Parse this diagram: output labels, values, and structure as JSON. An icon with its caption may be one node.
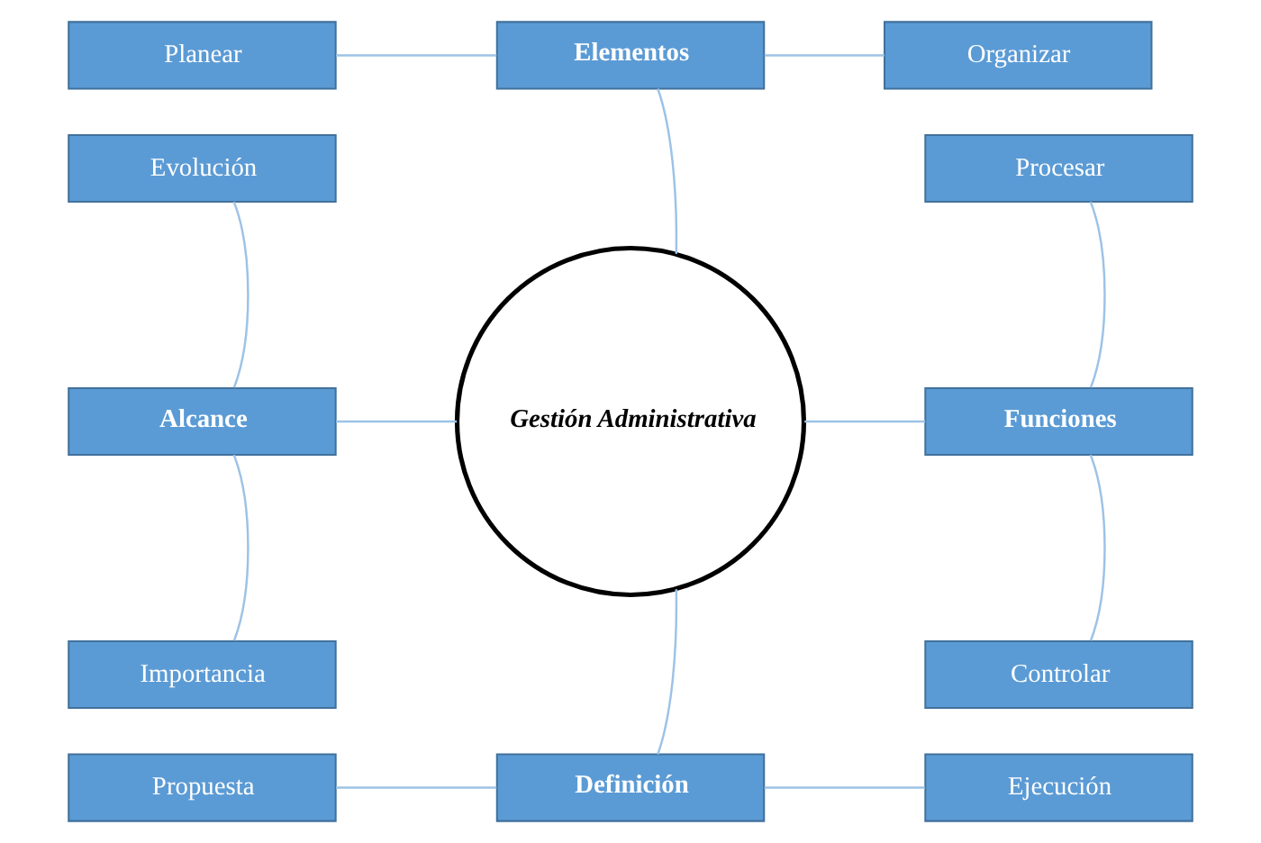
{
  "diagram": {
    "nodes": [
      {
        "text": [
          "Gestión Administrativa"
        ]
      },
      {
        "text": [
          "Elementos"
        ]
      },
      {
        "text": [
          "Planear"
        ]
      },
      {
        "text": [
          "Organizar"
        ]
      },
      {
        "text": [
          "Alcance"
        ]
      },
      {
        "text": [
          "Evolución"
        ]
      },
      {
        "text": [
          "Importancia"
        ]
      },
      {
        "text": [
          "Funciones"
        ]
      },
      {
        "text": [
          "Procesar"
        ]
      },
      {
        "text": [
          "Controlar"
        ]
      },
      {
        "text": [
          "Definición"
        ]
      },
      {
        "text": [
          "Propuesta"
        ]
      },
      {
        "text": [
          "Ejecución"
        ]
      }
    ],
    "edges": [
      {
        "from": 0,
        "to": 1,
        "arrow": "none"
      },
      {
        "from": 1,
        "to": 2,
        "arrow": "none"
      },
      {
        "from": 1,
        "to": 3,
        "arrow": "none"
      },
      {
        "from": 0,
        "to": 4,
        "arrow": "none"
      },
      {
        "from": 4,
        "to": 5,
        "arrow": "none"
      },
      {
        "from": 4,
        "to": 6,
        "arrow": "none"
      },
      {
        "from": 0,
        "to": 7,
        "arrow": "none"
      },
      {
        "from": 7,
        "to": 8,
        "arrow": "none"
      },
      {
        "from": 7,
        "to": 9,
        "arrow": "none"
      },
      {
        "from": 0,
        "to": 10,
        "arrow": "none"
      },
      {
        "from": 10,
        "to": 11,
        "arrow": "none"
      },
      {
        "from": 10,
        "to": 12,
        "arrow": "none"
      }
    ]
  }
}
